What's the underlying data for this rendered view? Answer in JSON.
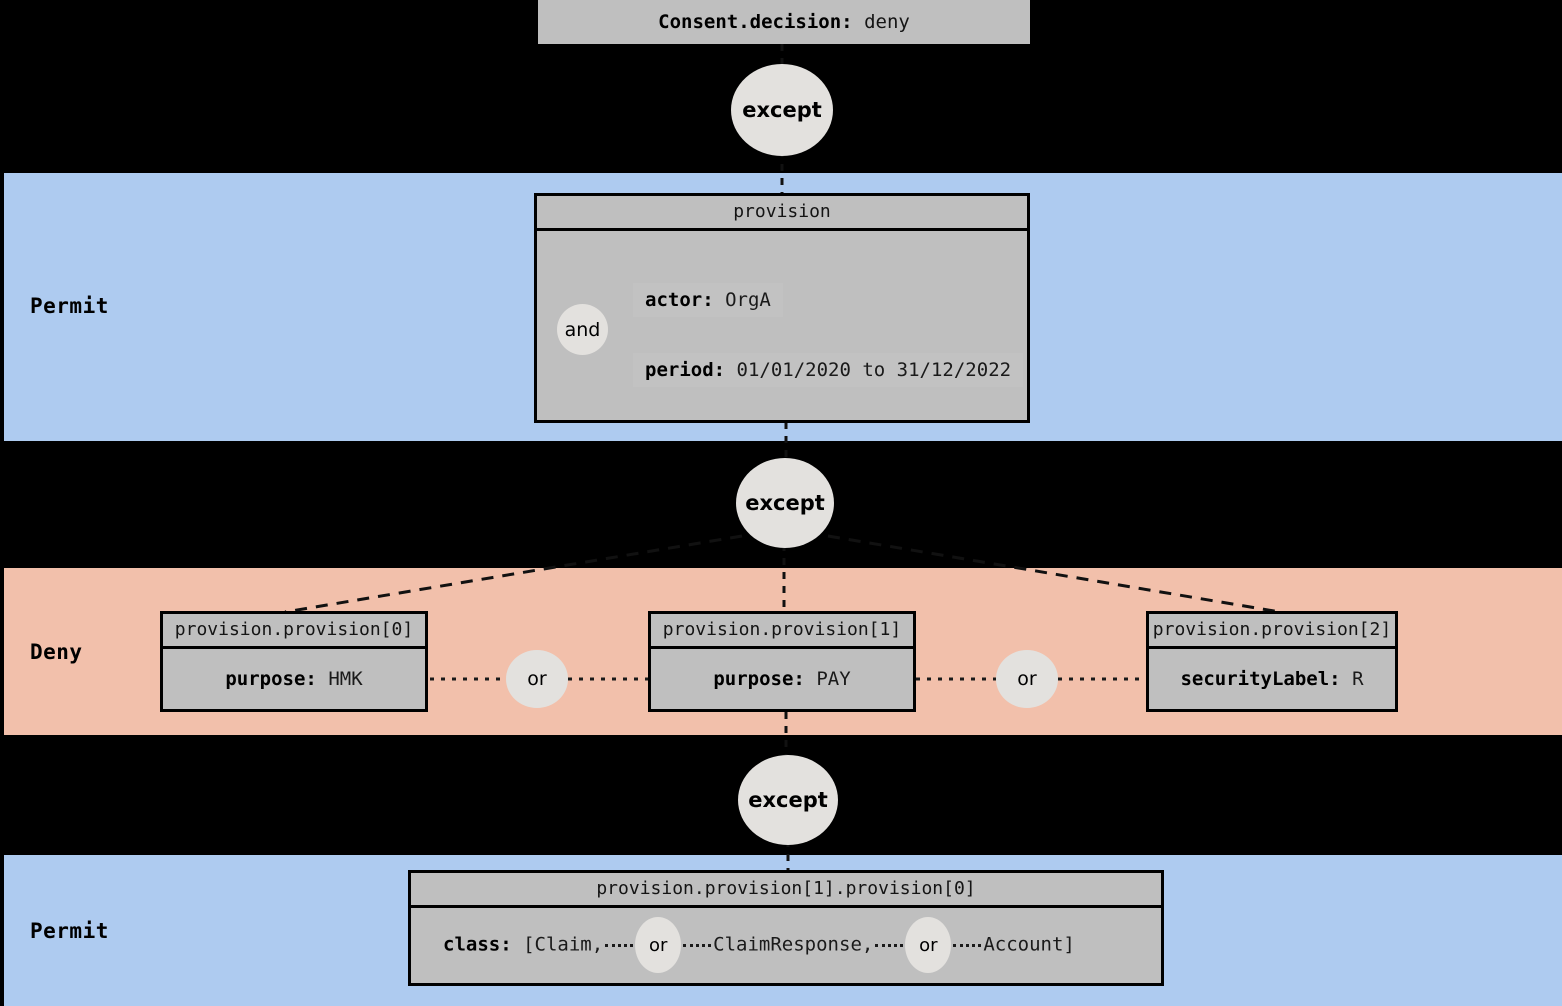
{
  "diagram": {
    "title_box": {
      "key": "Consent.decision:",
      "value": "deny"
    },
    "bands": [
      {
        "label": "Permit",
        "effect": "permit",
        "color": "#aecbf0"
      },
      {
        "label": "Deny",
        "effect": "deny",
        "color": "#f2c0ab"
      },
      {
        "label": "Permit",
        "effect": "permit",
        "color": "#aecbf0"
      }
    ],
    "operators": {
      "except": "except",
      "and": "and",
      "or": "or"
    },
    "nodes": {
      "provision": {
        "header": "provision",
        "attributes": [
          {
            "key": "actor:",
            "value": "OrgA"
          },
          {
            "key": "period:",
            "value": "01/01/2020 to 31/12/2022"
          }
        ],
        "join": "and"
      },
      "provision_0": {
        "header": "provision.provision[0]",
        "attributes": [
          {
            "key": "purpose:",
            "value": "HMK"
          }
        ]
      },
      "provision_1": {
        "header": "provision.provision[1]",
        "attributes": [
          {
            "key": "purpose:",
            "value": "PAY"
          }
        ]
      },
      "provision_2": {
        "header": "provision.provision[2]",
        "attributes": [
          {
            "key": "securityLabel:",
            "value": "R"
          }
        ]
      },
      "provision_1_0": {
        "header": "provision.provision[1].provision[0]",
        "class_row": {
          "key": "class:",
          "open": "[Claim,",
          "middle": "ClaimResponse,",
          "close": "Account]"
        }
      }
    },
    "colors": {
      "background": "#000000",
      "permit_band": "#aecbf0",
      "deny_band": "#f2c0ab",
      "node_fill": "#bfbfbf",
      "node_border": "#000000",
      "bubble_fill": "#e3e1de"
    }
  }
}
